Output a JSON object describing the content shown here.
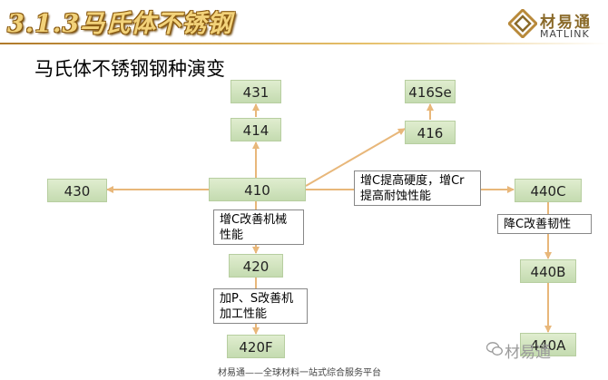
{
  "header": {
    "title": "3.1.3马氏体不锈钢",
    "logo_cn": "材易通",
    "logo_en": "MATLINK",
    "logo_icon": "matlink-logo-icon"
  },
  "subtitle": "马氏体不锈钢钢种演变",
  "diagram": {
    "nodes": {
      "n431": "431",
      "n414": "414",
      "n410": "410",
      "n430": "430",
      "n416": "416",
      "n416se": "416Se",
      "n420": "420",
      "n420f": "420F",
      "n440c": "440C",
      "n440b": "440B",
      "n440a": "440A"
    },
    "notes": {
      "improve_mech": "增C改善机械性能",
      "machinability": "加P、S改善机加工性能",
      "hardness_corrosion": "增C提高硬度，增Cr提高耐蚀性能",
      "toughness": "降C改善韧性"
    },
    "colors": {
      "arrow": "#e8b77a",
      "box_fill": "#cfe2bd",
      "note_border": "#888888"
    }
  },
  "footer": "材易通——全球材料一站式综合服务平台",
  "watermark": {
    "text": "材易通",
    "icon": "wechat-icon"
  }
}
